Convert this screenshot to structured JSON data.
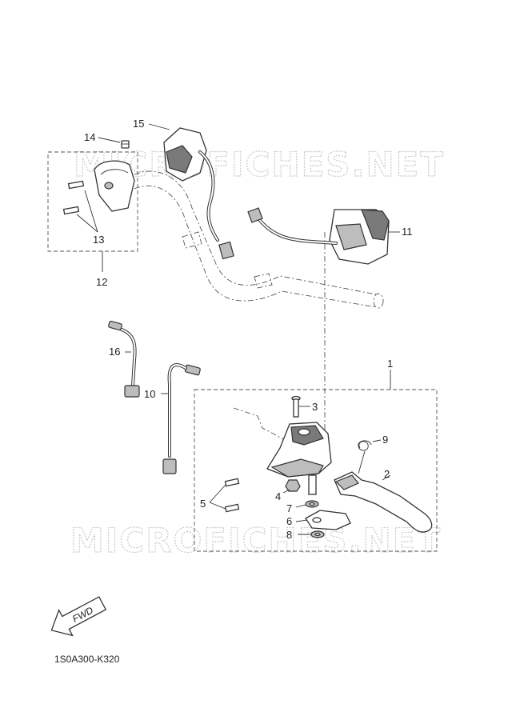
{
  "watermark": {
    "top": "MICROFICHES.NET",
    "bottom": "MICROFICHES.NET"
  },
  "fwd_label": "FWD",
  "diagram_code": "1S0A300-K320",
  "callouts": {
    "c1": "1",
    "c2": "2",
    "c3": "3",
    "c4": "4",
    "c5": "5",
    "c6": "6",
    "c7": "7",
    "c8": "8",
    "c9": "9",
    "c10": "10",
    "c11": "11",
    "c12": "12",
    "c13": "13",
    "c14": "14",
    "c15": "15",
    "c16": "16"
  },
  "colors": {
    "line": "#333333",
    "watermark": "#c9c9c9",
    "background": "#ffffff"
  }
}
